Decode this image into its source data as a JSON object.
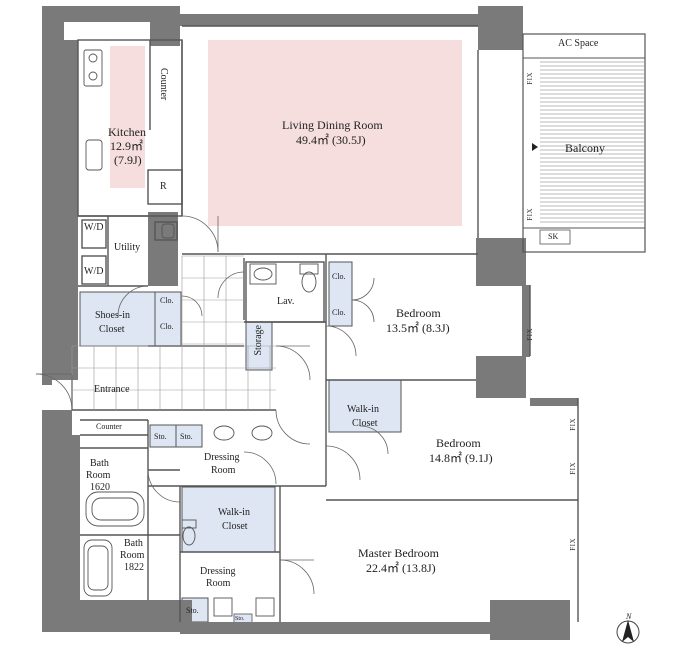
{
  "rooms": {
    "ldk": {
      "name": "Living Dining Room",
      "area": "49.4㎡ (30.5J)"
    },
    "kitchen": {
      "name": "Kitchen",
      "area_m2": "12.9㎡",
      "area_j": "(7.9J)"
    },
    "balcony": "Balcony",
    "ac_space": "AC Space",
    "sk": "SK",
    "counter_kitchen": "Counter",
    "refrigerator": "R",
    "wd_top": "W/D",
    "wd_bottom": "W/D",
    "utility": "Utility",
    "lav": "Lav.",
    "clo_1": "Clo.",
    "clo_2": "Clo.",
    "clo_bed1_top": "Clo.",
    "clo_bed1_bottom": "Clo.",
    "shoes_in_closet": [
      "Shoes-in",
      "Closet"
    ],
    "storage": "Storage",
    "entrance": "Entrance",
    "counter_entrance": "Counter",
    "bedroom1": {
      "name": "Bedroom",
      "area": "13.5㎡ (8.3J)"
    },
    "walk_in_closet_1": [
      "Walk-in",
      "Closet"
    ],
    "bedroom2": {
      "name": "Bedroom",
      "area": "14.8㎡ (9.1J)"
    },
    "sto_1": "Sto.",
    "sto_2": "Sto.",
    "dressing_room_1": [
      "Dressing",
      "Room"
    ],
    "bath_room_1620": [
      "Bath",
      "Room",
      "1620"
    ],
    "walk_in_closet_2": [
      "Walk-in",
      "Closet"
    ],
    "bath_room_1822": [
      "Bath",
      "Room",
      "1822"
    ],
    "dressing_room_2": [
      "Dressing",
      "Room"
    ],
    "sto_3": "Sto.",
    "sto_4": "Sto.",
    "master_bedroom": {
      "name": "Master Bedroom",
      "area": "22.4㎡ (13.8J)"
    }
  },
  "window_fix_labels": [
    "FIX",
    "FIX",
    "FIX",
    "FIX",
    "FIX",
    "FIX"
  ],
  "compass": {
    "north_label": "N"
  },
  "colors": {
    "wall": "#7a7a7a",
    "ldk_highlight": "#f6dede",
    "closet_blue": "#dde6f2",
    "line": "#555555"
  }
}
